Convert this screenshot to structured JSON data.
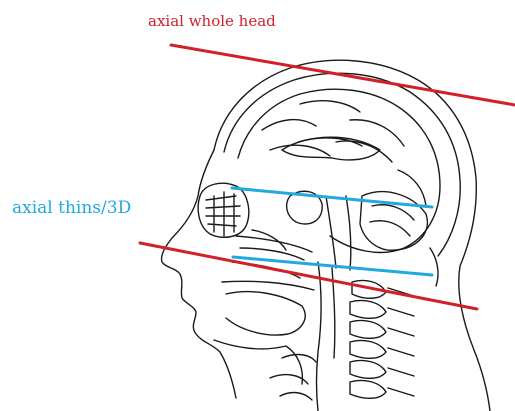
{
  "labels": {
    "whole_head": "axial whole head",
    "thins_3d": "axial thins/3D"
  },
  "colors": {
    "red": "#d0202a",
    "blue": "#20a8e0",
    "ink": "#1a1a1a"
  },
  "illustration": {
    "subject": "sagittal line drawing of a human head and neck showing skull, brain, orbit, nasal cavity and cervical spine"
  }
}
